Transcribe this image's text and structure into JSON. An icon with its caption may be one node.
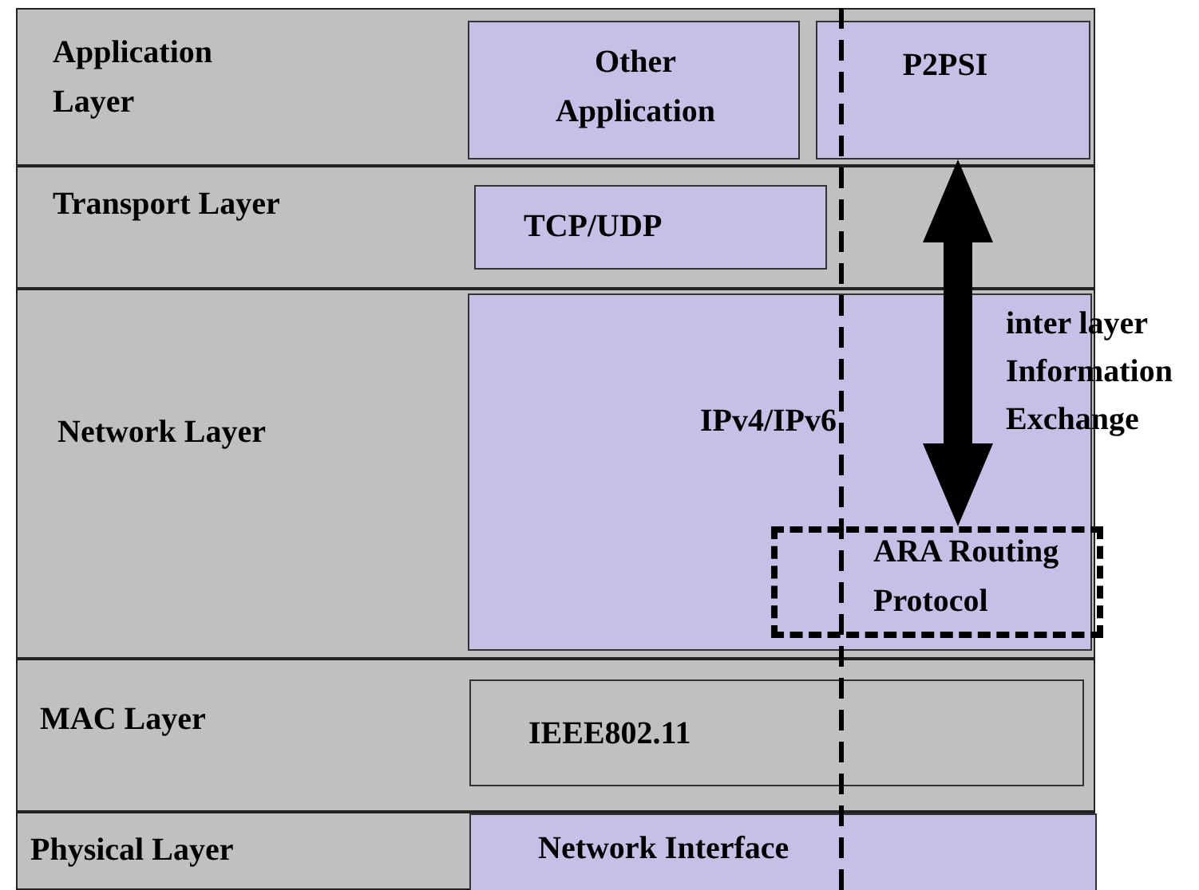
{
  "diagram": {
    "nodes": [
      {
        "text": [
          "Application Layer"
        ]
      },
      {
        "text": [
          "Other Application"
        ],
        "in": 0
      },
      {
        "text": [
          "P2PSI"
        ],
        "in": 0
      },
      {
        "text": [
          "Transport Layer"
        ]
      },
      {
        "text": [
          "TCP/UDP"
        ],
        "in": 3
      },
      {
        "text": [
          "Network Layer"
        ]
      },
      {
        "text": [
          "IPv4/IPv6"
        ],
        "in": 5
      },
      {
        "text": [
          "ARA Routing Protocol"
        ],
        "in": 6
      },
      {
        "text": [
          "MAC Layer"
        ]
      },
      {
        "text": [
          "IEEE802.11"
        ],
        "in": 8
      },
      {
        "text": [
          "Physical Layer"
        ]
      },
      {
        "text": [
          "Network Interface"
        ],
        "in": 10
      }
    ],
    "edges": [
      {
        "from": 2,
        "to": 7,
        "arrow": "both",
        "label": "inter layer Information Exchange"
      }
    ]
  }
}
